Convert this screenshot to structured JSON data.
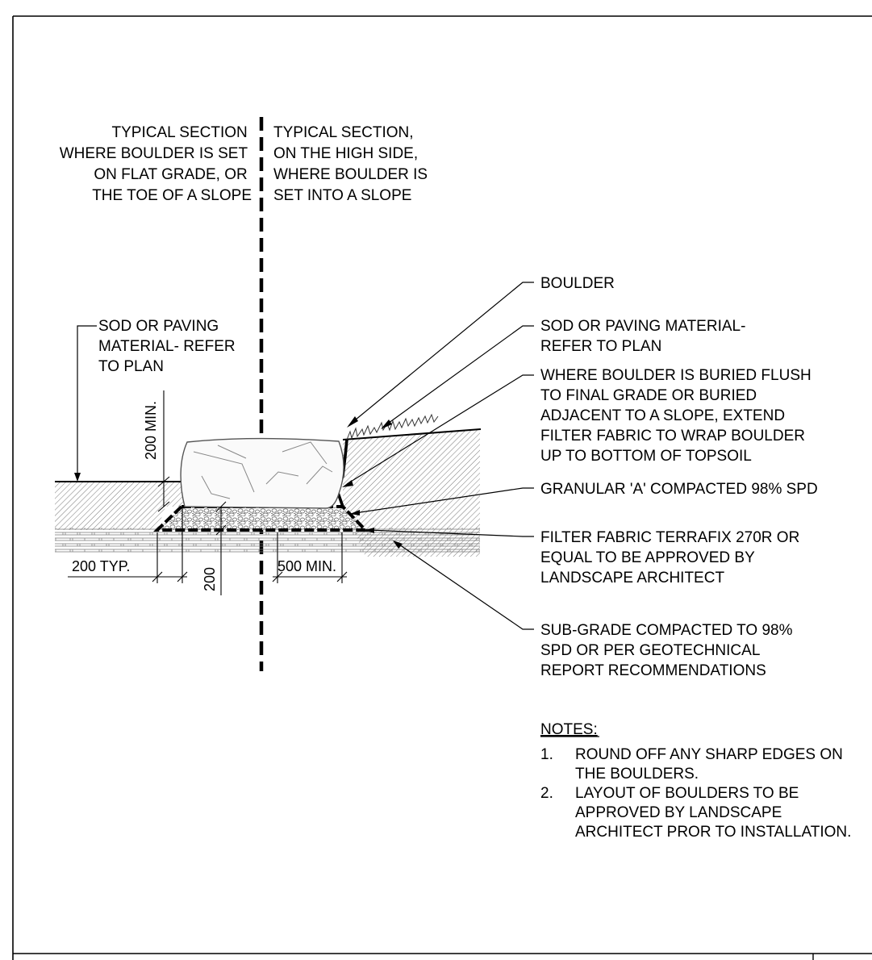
{
  "left_section_label": [
    "TYPICAL SECTION",
    "WHERE BOULDER IS SET",
    "ON FLAT GRADE, OR",
    "THE TOE OF A SLOPE"
  ],
  "right_section_label": [
    "TYPICAL SECTION,",
    "ON THE HIGH SIDE,",
    "WHERE BOULDER IS",
    "SET INTO A SLOPE"
  ],
  "left_callout": [
    "SOD OR PAVING",
    "MATERIAL- REFER",
    "TO PLAN"
  ],
  "callouts": {
    "boulder": [
      "BOULDER"
    ],
    "sod": [
      "SOD OR PAVING MATERIAL-",
      "REFER TO PLAN"
    ],
    "buried": [
      "WHERE BOULDER IS BURIED FLUSH",
      "TO FINAL GRADE OR BURIED",
      "ADJACENT TO A SLOPE, EXTEND",
      "FILTER FABRIC TO WRAP BOULDER",
      "UP TO BOTTOM OF TOPSOIL"
    ],
    "granular": [
      "GRANULAR 'A' COMPACTED 98% SPD"
    ],
    "filter_fabric": [
      "FILTER FABRIC TERRAFIX 270R OR",
      "EQUAL TO BE APPROVED BY",
      "LANDSCAPE ARCHITECT"
    ],
    "subgrade": [
      "SUB-GRADE COMPACTED TO 98%",
      "SPD OR PER GEOTECHNICAL",
      "REPORT RECOMMENDATIONS"
    ]
  },
  "dimensions": {
    "min_200": "200 MIN.",
    "typ_200": "200 TYP.",
    "depth_200": "200",
    "min_500": "500 MIN."
  },
  "notes": {
    "heading": "NOTES:",
    "items": [
      {
        "num": "1.",
        "lines": [
          "ROUND OFF ANY SHARP EDGES ON",
          "THE BOULDERS."
        ]
      },
      {
        "num": "2.",
        "lines": [
          "LAYOUT OF BOULDERS TO BE",
          "APPROVED BY LANDSCAPE",
          "ARCHITECT PROR TO INSTALLATION."
        ]
      }
    ]
  }
}
